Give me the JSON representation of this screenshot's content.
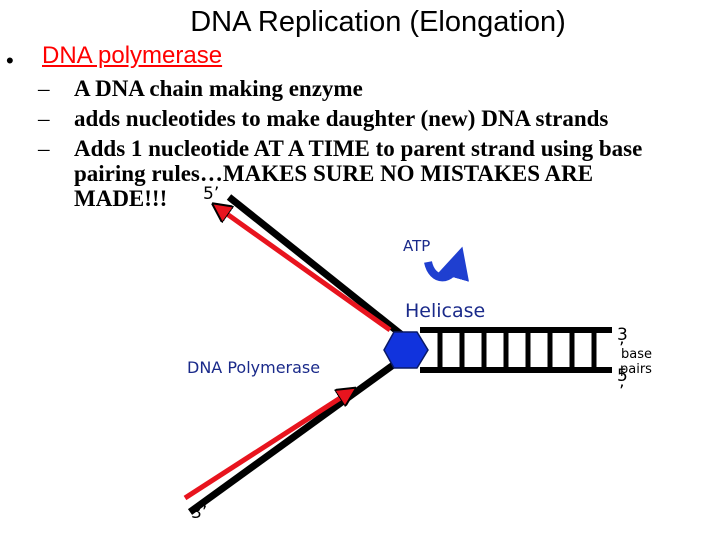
{
  "slide": {
    "title": "DNA Replication (Elongation)",
    "bullet_symbol": "•",
    "heading": "DNA polymerase",
    "dash": "–",
    "points": [
      "A DNA chain making enzyme",
      "adds nucleotides to make daughter (new) DNA strands",
      "Adds 1 nucleotide AT A TIME to parent strand using base"
    ],
    "point3_cont1": "pairing rules…MAKES SURE NO MISTAKES ARE",
    "point3_cont2": "MADE!!!"
  },
  "diagram": {
    "label_5prime_top": "5’",
    "label_atp": "ATP",
    "label_helicase": "Helicase",
    "label_dna_polymerase": "DNA Polymerase",
    "label_3prime_bottom": "3’",
    "label_3prime_right": "3",
    "label_base": "base",
    "label_pairs": "pairs",
    "label_5prime_right": "5",
    "label_prime_mark": "’",
    "colors": {
      "new_strand": "#e8141e",
      "parent_strand": "#000000",
      "helicase": "#1133dd",
      "atp_arrow": "#1f3fd0",
      "helicase_text": "#1a2a8a"
    }
  }
}
